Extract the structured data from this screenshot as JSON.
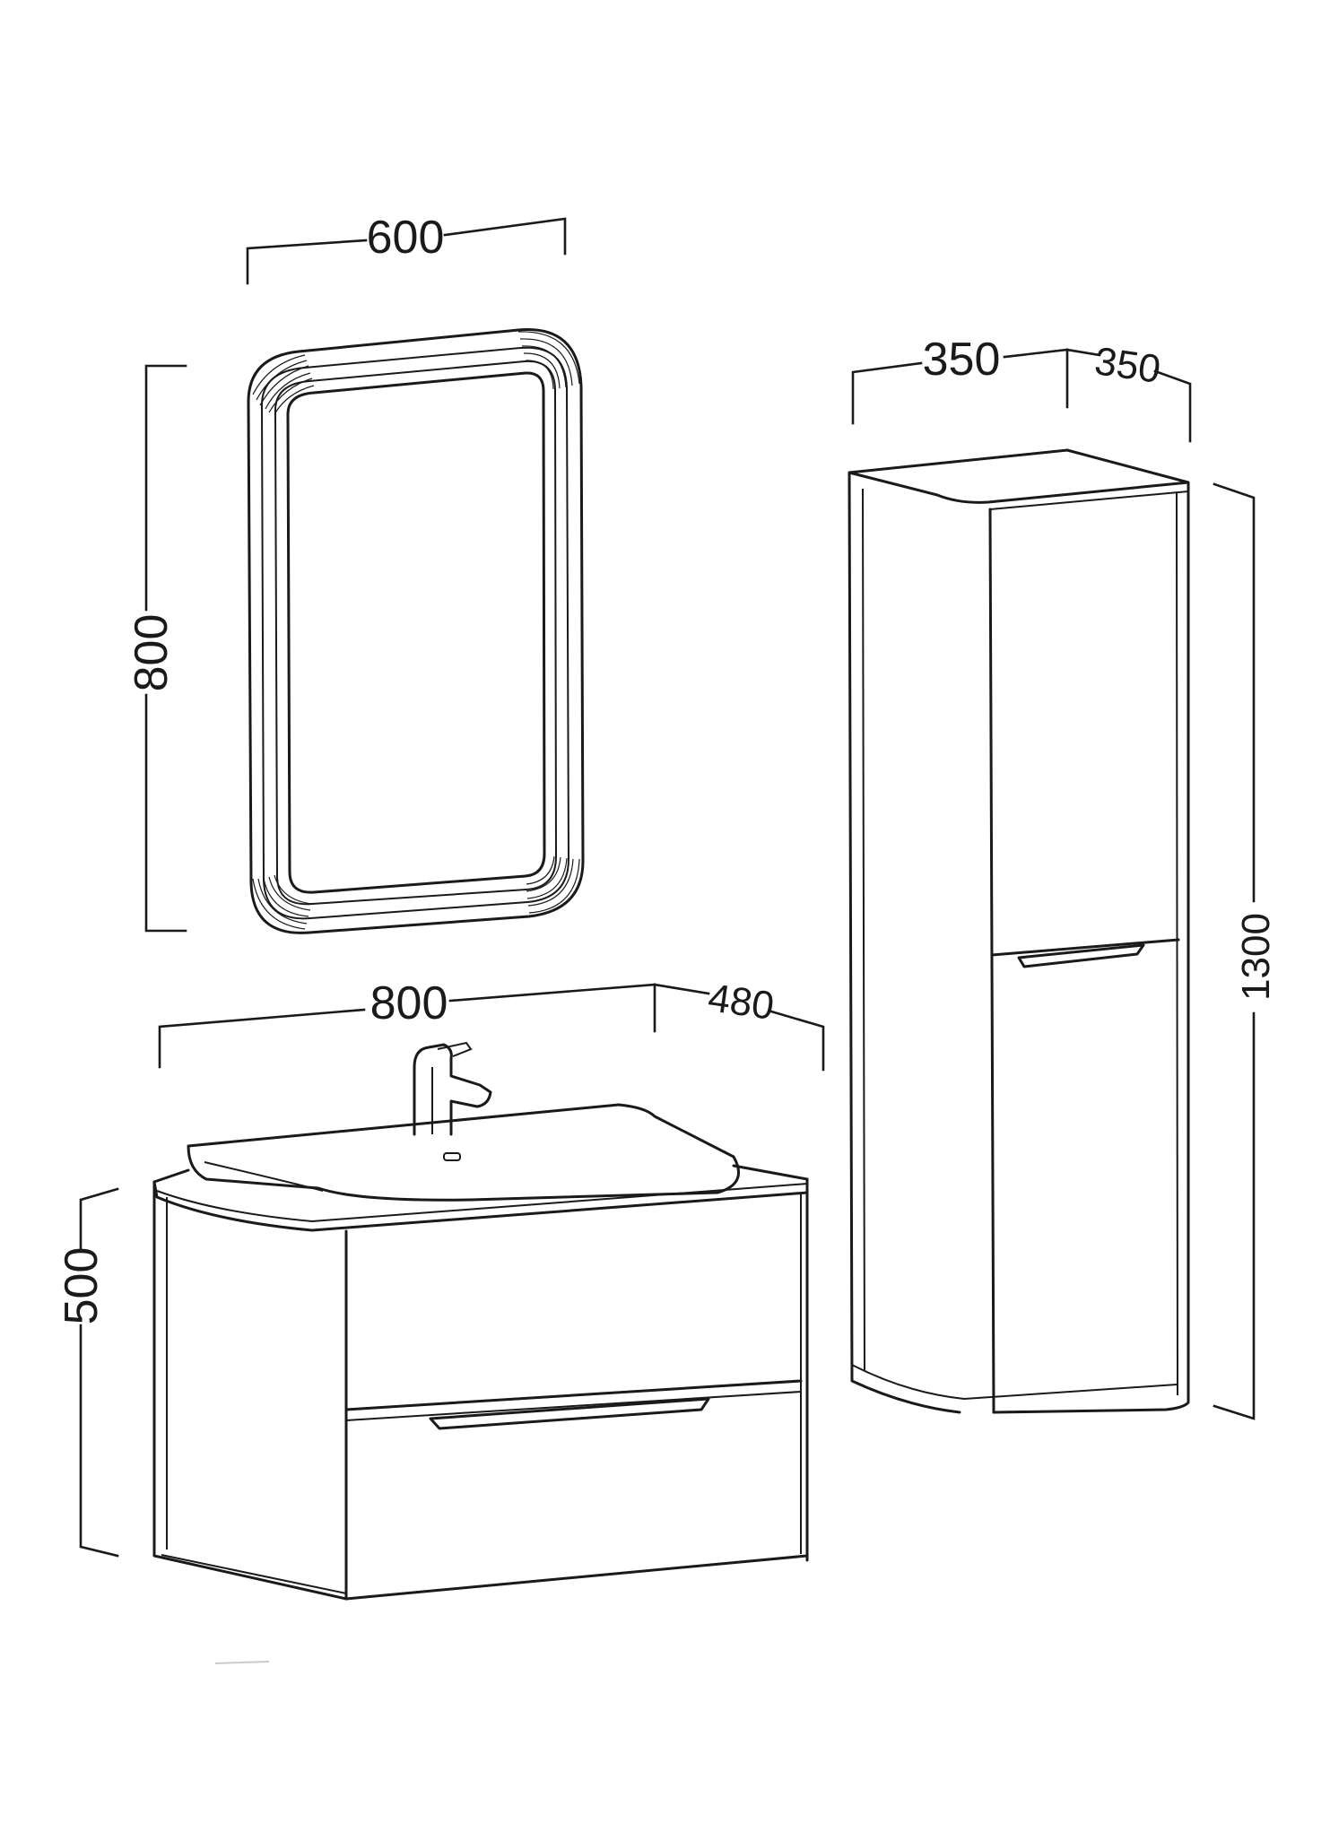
{
  "mirror": {
    "width_label": "600",
    "height_label": "800"
  },
  "tall_cabinet": {
    "width_label": "350",
    "depth_label": "350",
    "height_label": "1300"
  },
  "vanity": {
    "width_label": "800",
    "depth_label": "480",
    "height_label": "500"
  },
  "colors": {
    "line": "#1a1a1a",
    "background": "#ffffff"
  }
}
